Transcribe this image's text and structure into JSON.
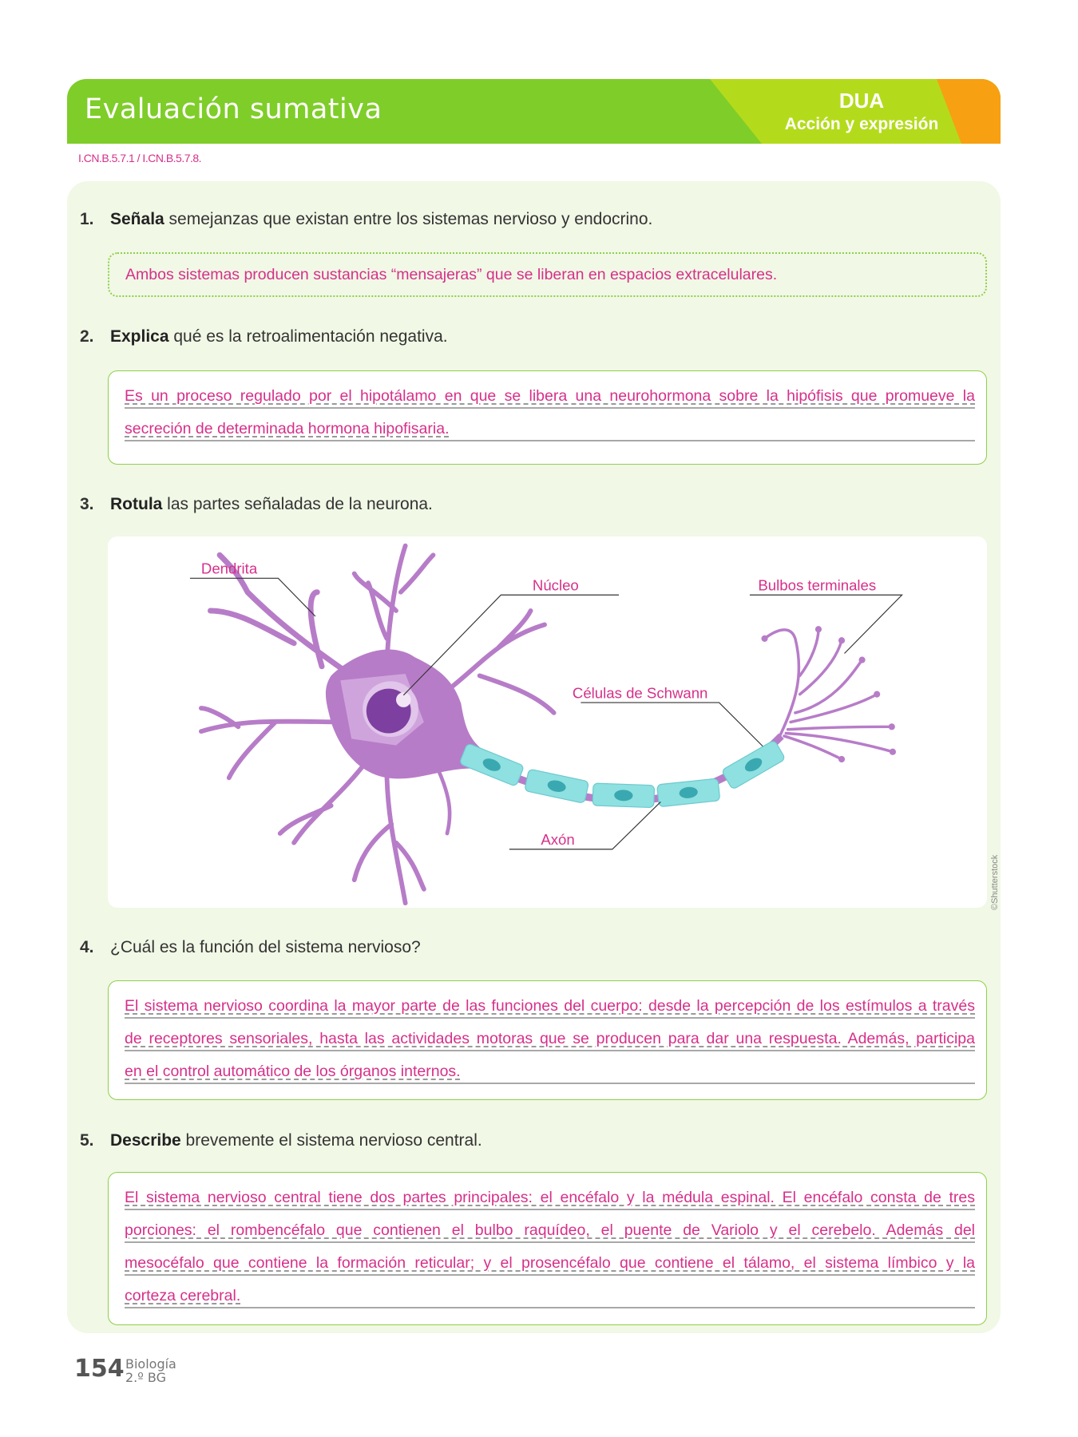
{
  "header": {
    "title": "Evaluación sumativa",
    "dua_title": "DUA",
    "dua_subtitle": "Acción y expresión",
    "colors": {
      "green": "#7fcd29",
      "lime": "#b4db1b",
      "orange": "#f7a012"
    }
  },
  "indicator_code": "I.CN.B.5.7.1 / I.CN.B.5.7.8.",
  "questions": [
    {
      "number": "1.",
      "verb": "Señala",
      "text": " semejanzas que existan entre los sistemas nervioso y endocrino.",
      "answer_lines": [
        "Ambos sistemas producen sustancias “mensajeras” que se liberan en espacios extracelulares."
      ]
    },
    {
      "number": "2.",
      "verb": "Explica",
      "text": " qué es la retroalimentación negativa.",
      "answer_lines": [
        "Es un proceso regulado por el hipotálamo en que se libera una neurohormona sobre la hipófisis que promueve la",
        "secreción de determinada hormona hipofisaria."
      ]
    },
    {
      "number": "3.",
      "verb": "Rotula",
      "text": " las partes señaladas de la neurona.",
      "labels": {
        "dendrite": "Dendrita",
        "nucleus": "Núcleo",
        "terminals": "Bulbos terminales",
        "schwann": "Células de Schwann",
        "axon": "Axón"
      },
      "credit": "©Shutterstock"
    },
    {
      "number": "4.",
      "verb": "",
      "text": "¿Cuál es la función del sistema nervioso?",
      "answer_lines": [
        "El sistema nervioso coordina la mayor parte de las funciones del cuerpo: desde la percepción de los estímulos a través",
        "de receptores sensoriales, hasta las actividades motoras que se producen para dar una respuesta. Además, participa",
        "en el control automático de los órganos internos."
      ]
    },
    {
      "number": "5.",
      "verb": "Describe",
      "text": " brevemente el sistema nervioso central.",
      "answer_lines": [
        "El sistema nervioso central tiene dos partes principales: el encéfalo y la médula espinal. El encéfalo consta de tres",
        "porciones: el rombencéfalo que contienen el bulbo raquídeo, el puente de Variolo y el cerebelo. Además del",
        "mesocéfalo que contiene la formación reticular; y el prosencéfalo que contiene el tálamo, el sistema límbico y la",
        "corteza cerebral."
      ]
    }
  ],
  "footer": {
    "page_number": "154",
    "subject": "Biología",
    "grade": "2.º BG"
  }
}
